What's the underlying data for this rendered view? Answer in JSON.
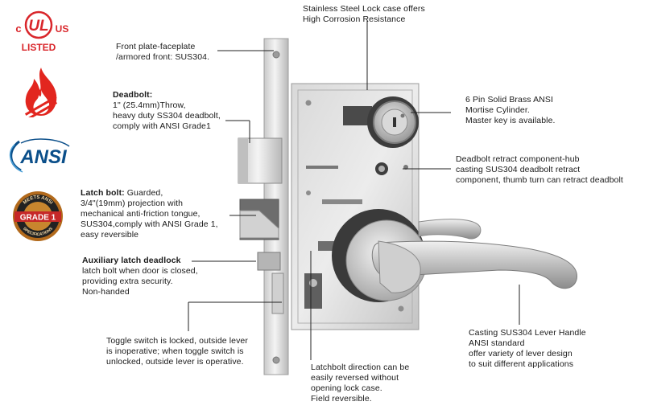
{
  "badges": {
    "ul": {
      "c": "c",
      "ul": "UL",
      "us": "US",
      "listed": "LISTED",
      "color": "#d9262b"
    },
    "ansi": {
      "text": "ANSI",
      "color": "#0b4f8a"
    },
    "grade": {
      "top": "MEETS ANSI",
      "mid": "GRADE 1",
      "bottom": "SPECIFICATIONS"
    }
  },
  "annotations": {
    "stainless": {
      "line1": "Stainless Steel Lock case offers",
      "line2": "High Corrosion Resistance"
    },
    "front_plate": {
      "line1": "Front plate-faceplate",
      "line2": "/armored front: SUS304."
    },
    "deadbolt": {
      "title": "Deadbolt:",
      "line1": "1\" (25.4mm)Throw,",
      "line2": "heavy duty SS304 deadbolt,",
      "line3": "comply with ANSI Grade1"
    },
    "cylinder": {
      "line1": "6 Pin Solid Brass ANSI",
      "line2": "Mortise Cylinder.",
      "line3": "Master key is available."
    },
    "retract": {
      "line1": "Deadbolt retract component-hub",
      "line2": "casting SUS304 deadbolt retract",
      "line3": "component, thumb turn can retract deadbolt"
    },
    "latch": {
      "title": "Latch bolt:",
      "title_rest": " Guarded,",
      "line1": "3/4\"(19mm) projection with",
      "line2": "mechanical anti-friction tongue,",
      "line3": "SUS304,comply with ANSI Grade 1,",
      "line4": "easy reversible"
    },
    "auxiliary": {
      "title": "Auxiliary latch deadlock",
      "line1": "latch bolt when door is closed,",
      "line2": "providing extra security.",
      "line3": "Non-handed"
    },
    "toggle": {
      "line1": "Toggle switch is locked, outside lever",
      "line2": "is inoperative; when toggle switch is",
      "line3": "unlocked, outside lever is operative."
    },
    "direction": {
      "line1": "Latchbolt direction can be",
      "line2": "easily reversed without",
      "line3": "opening lock case.",
      "line4": "Field reversible."
    },
    "lever": {
      "line1": "Casting SUS304  Lever Handle",
      "line2": "ANSI standard",
      "line3": "offer variety of lever design",
      "line4": "to suit different applications"
    }
  }
}
